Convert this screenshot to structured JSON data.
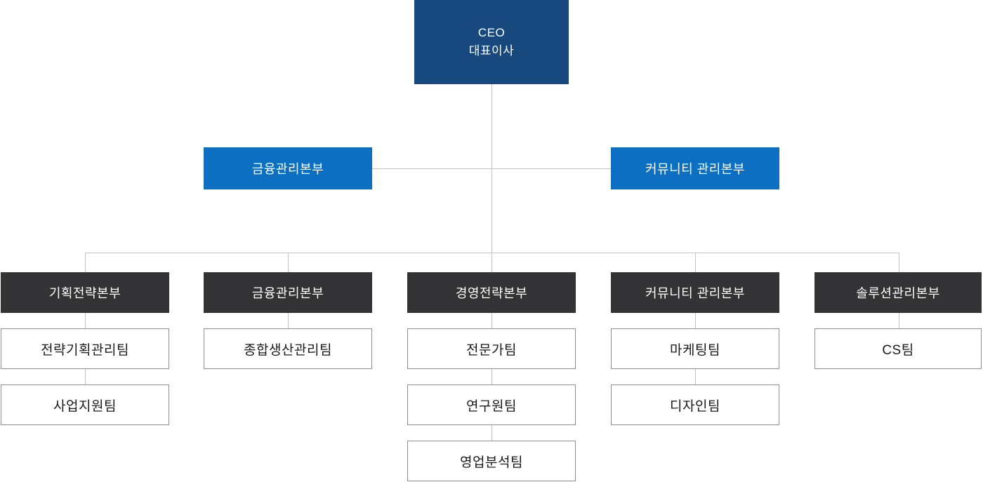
{
  "org": {
    "title": "organization-chart",
    "ceo": {
      "line1": "CEO",
      "line2": "대표이사"
    },
    "staff_divisions": [
      {
        "label": "금융관리본부"
      },
      {
        "label": "커뮤니티 관리본부"
      }
    ],
    "divisions": [
      {
        "label": "기획전략본부",
        "teams": [
          "전략기획관리팀",
          "사업지원팀"
        ]
      },
      {
        "label": "금융관리본부",
        "teams": [
          "종합생산관리팀"
        ]
      },
      {
        "label": "경영전략본부",
        "teams": [
          "전문가팀",
          "연구원팀",
          "영업분석팀"
        ]
      },
      {
        "label": "커뮤니티 관리본부",
        "teams": [
          "마케팅팀",
          "디자인팀"
        ]
      },
      {
        "label": "솔루션관리본부",
        "teams": [
          "CS팀"
        ]
      }
    ],
    "colors": {
      "ceo_bg": "#17497E",
      "staff_division_bg": "#0D6FC2",
      "division_bg": "#333336",
      "team_border": "#8E8E8E",
      "team_text": "#1A1A1A",
      "text_on_color": "#FFFFFF",
      "connector_line": "#C3C3C3",
      "background": "#FFFFFF"
    }
  }
}
